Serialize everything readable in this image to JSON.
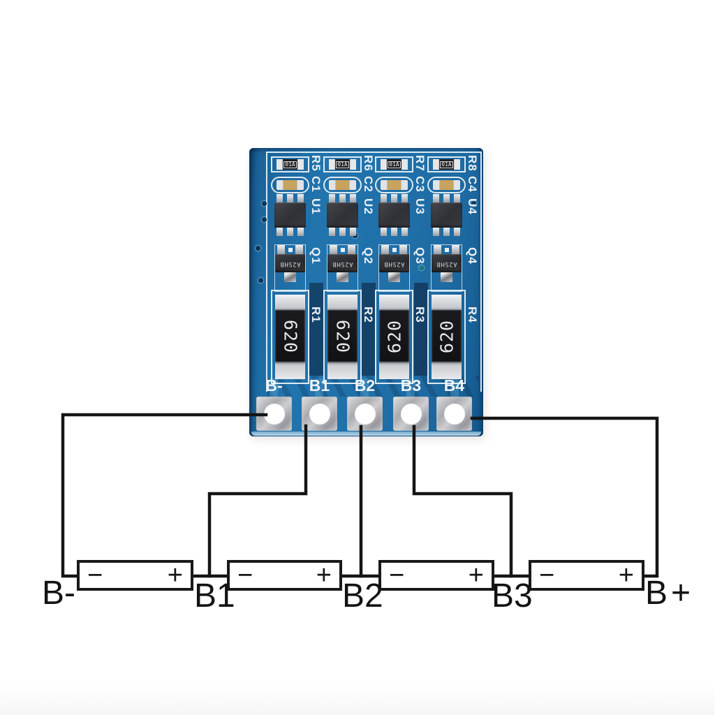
{
  "scene": {
    "background_color": "#ffffff",
    "description": "4S li-ion balance board PCB with battery wiring diagram"
  },
  "pcb": {
    "board_color": "#2173ab",
    "silkscreen_color": "#eef6fb",
    "pad_labels": [
      "B-",
      "B1",
      "B2",
      "B3",
      "B4"
    ],
    "columns": [
      {
        "r_label": "R5",
        "r_value": "01A",
        "c_label": "C1",
        "u_label": "U1",
        "q_label": "Q1",
        "q_marking": "A2SHB",
        "rb_label": "R1",
        "rb_value": "620"
      },
      {
        "r_label": "R6",
        "r_value": "01A",
        "c_label": "C2",
        "u_label": "U2",
        "q_label": "Q2",
        "q_marking": "A2SHB",
        "rb_label": "R2",
        "rb_value": "620"
      },
      {
        "r_label": "R7",
        "r_value": "01A",
        "c_label": "C3",
        "u_label": "U3",
        "q_label": "Q3",
        "q_marking": "A2SHB",
        "rb_label": "R3",
        "rb_value": "620"
      },
      {
        "r_label": "R8",
        "r_value": "01A",
        "c_label": "C4",
        "u_label": "U4",
        "q_label": "Q4",
        "q_marking": "A2SHB",
        "rb_label": "R4",
        "rb_value": "620"
      }
    ]
  },
  "diagram": {
    "wire_color": "#151515",
    "node_labels": [
      "B-",
      "B1",
      "B2",
      "B3",
      "B+"
    ],
    "batteries": [
      {
        "minus": "−",
        "plus": "+"
      },
      {
        "minus": "−",
        "plus": "+"
      },
      {
        "minus": "−",
        "plus": "+"
      },
      {
        "minus": "−",
        "plus": "+"
      }
    ]
  }
}
